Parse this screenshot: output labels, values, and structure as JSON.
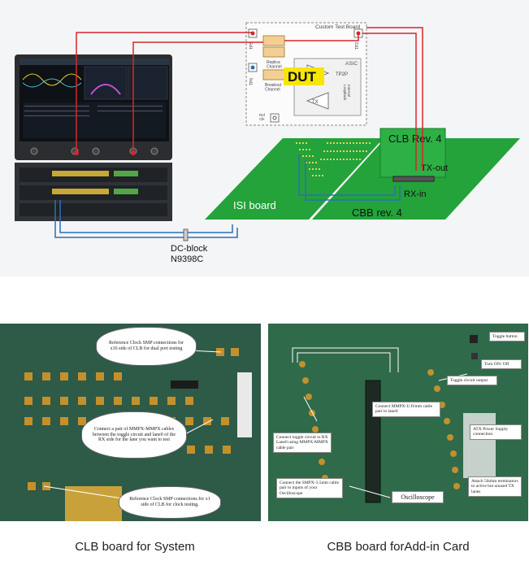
{
  "diagram": {
    "custom_test_board": "Custom Test Board",
    "replica_channel": "Replica\nChannel",
    "breakout_channel": "Breakout\nChannel",
    "tp5": "TP5",
    "tp2": "TP2",
    "tp6": "TP6",
    "asic": "ASIC",
    "tp2p": "TP2P",
    "tx": "TX",
    "internal_loopback": "Internal\nLoopback",
    "ref_clk": "Ref\nClk",
    "dut": "DUT",
    "clb": "CLB Rev. 4",
    "tx_out": "TX-out",
    "rx_in": "RX-in",
    "isi": "ISI board",
    "cbb": "CBB rev. 4",
    "dc_block": "DC-block",
    "dc_block_model": "N9398C"
  },
  "photo_clb": {
    "callout_ref_x16": "Reference Clock SMP connections for x16 side of CLB for dual port testing",
    "callout_mmpx": "Connect a pair of MMPX-MMPX cables between the toggle circuit and lane0 of the RX side for the lane you want to test",
    "callout_ref_x1": "Reference Clock SMP connections for x1 side of CLB for clock testing."
  },
  "photo_cbb": {
    "toggle_button": "Toggle button",
    "turn_on_off": "Turn ON/ Off",
    "toggle_circuit_output": "Toggle circuit output",
    "connect_mmpx_lane0": "Connect MMPX-U.fl/mm cable pair to lane0",
    "atx_power": "ATX Power Supply connection",
    "connect_toggle_rx": "Connect toggle circuit to RX Lane0 using MMPX-MMPX cable pair",
    "attach_50ohm": "Attach 50ohm terminators to active but unused TX lanes",
    "connect_smpx_scope": "Connect the SMPX-3.5mm cable pair to inputs of your Oscilloscope",
    "oscilloscope": "Oscilloscope"
  },
  "captions": {
    "left": "CLB board for System",
    "right": "CBB board forAdd-in Card"
  },
  "colors": {
    "red_cable": "#d8262c",
    "blue_cable": "#2d6fb4",
    "board_green": "#23a33a",
    "dut_yellow": "#f7e600"
  }
}
